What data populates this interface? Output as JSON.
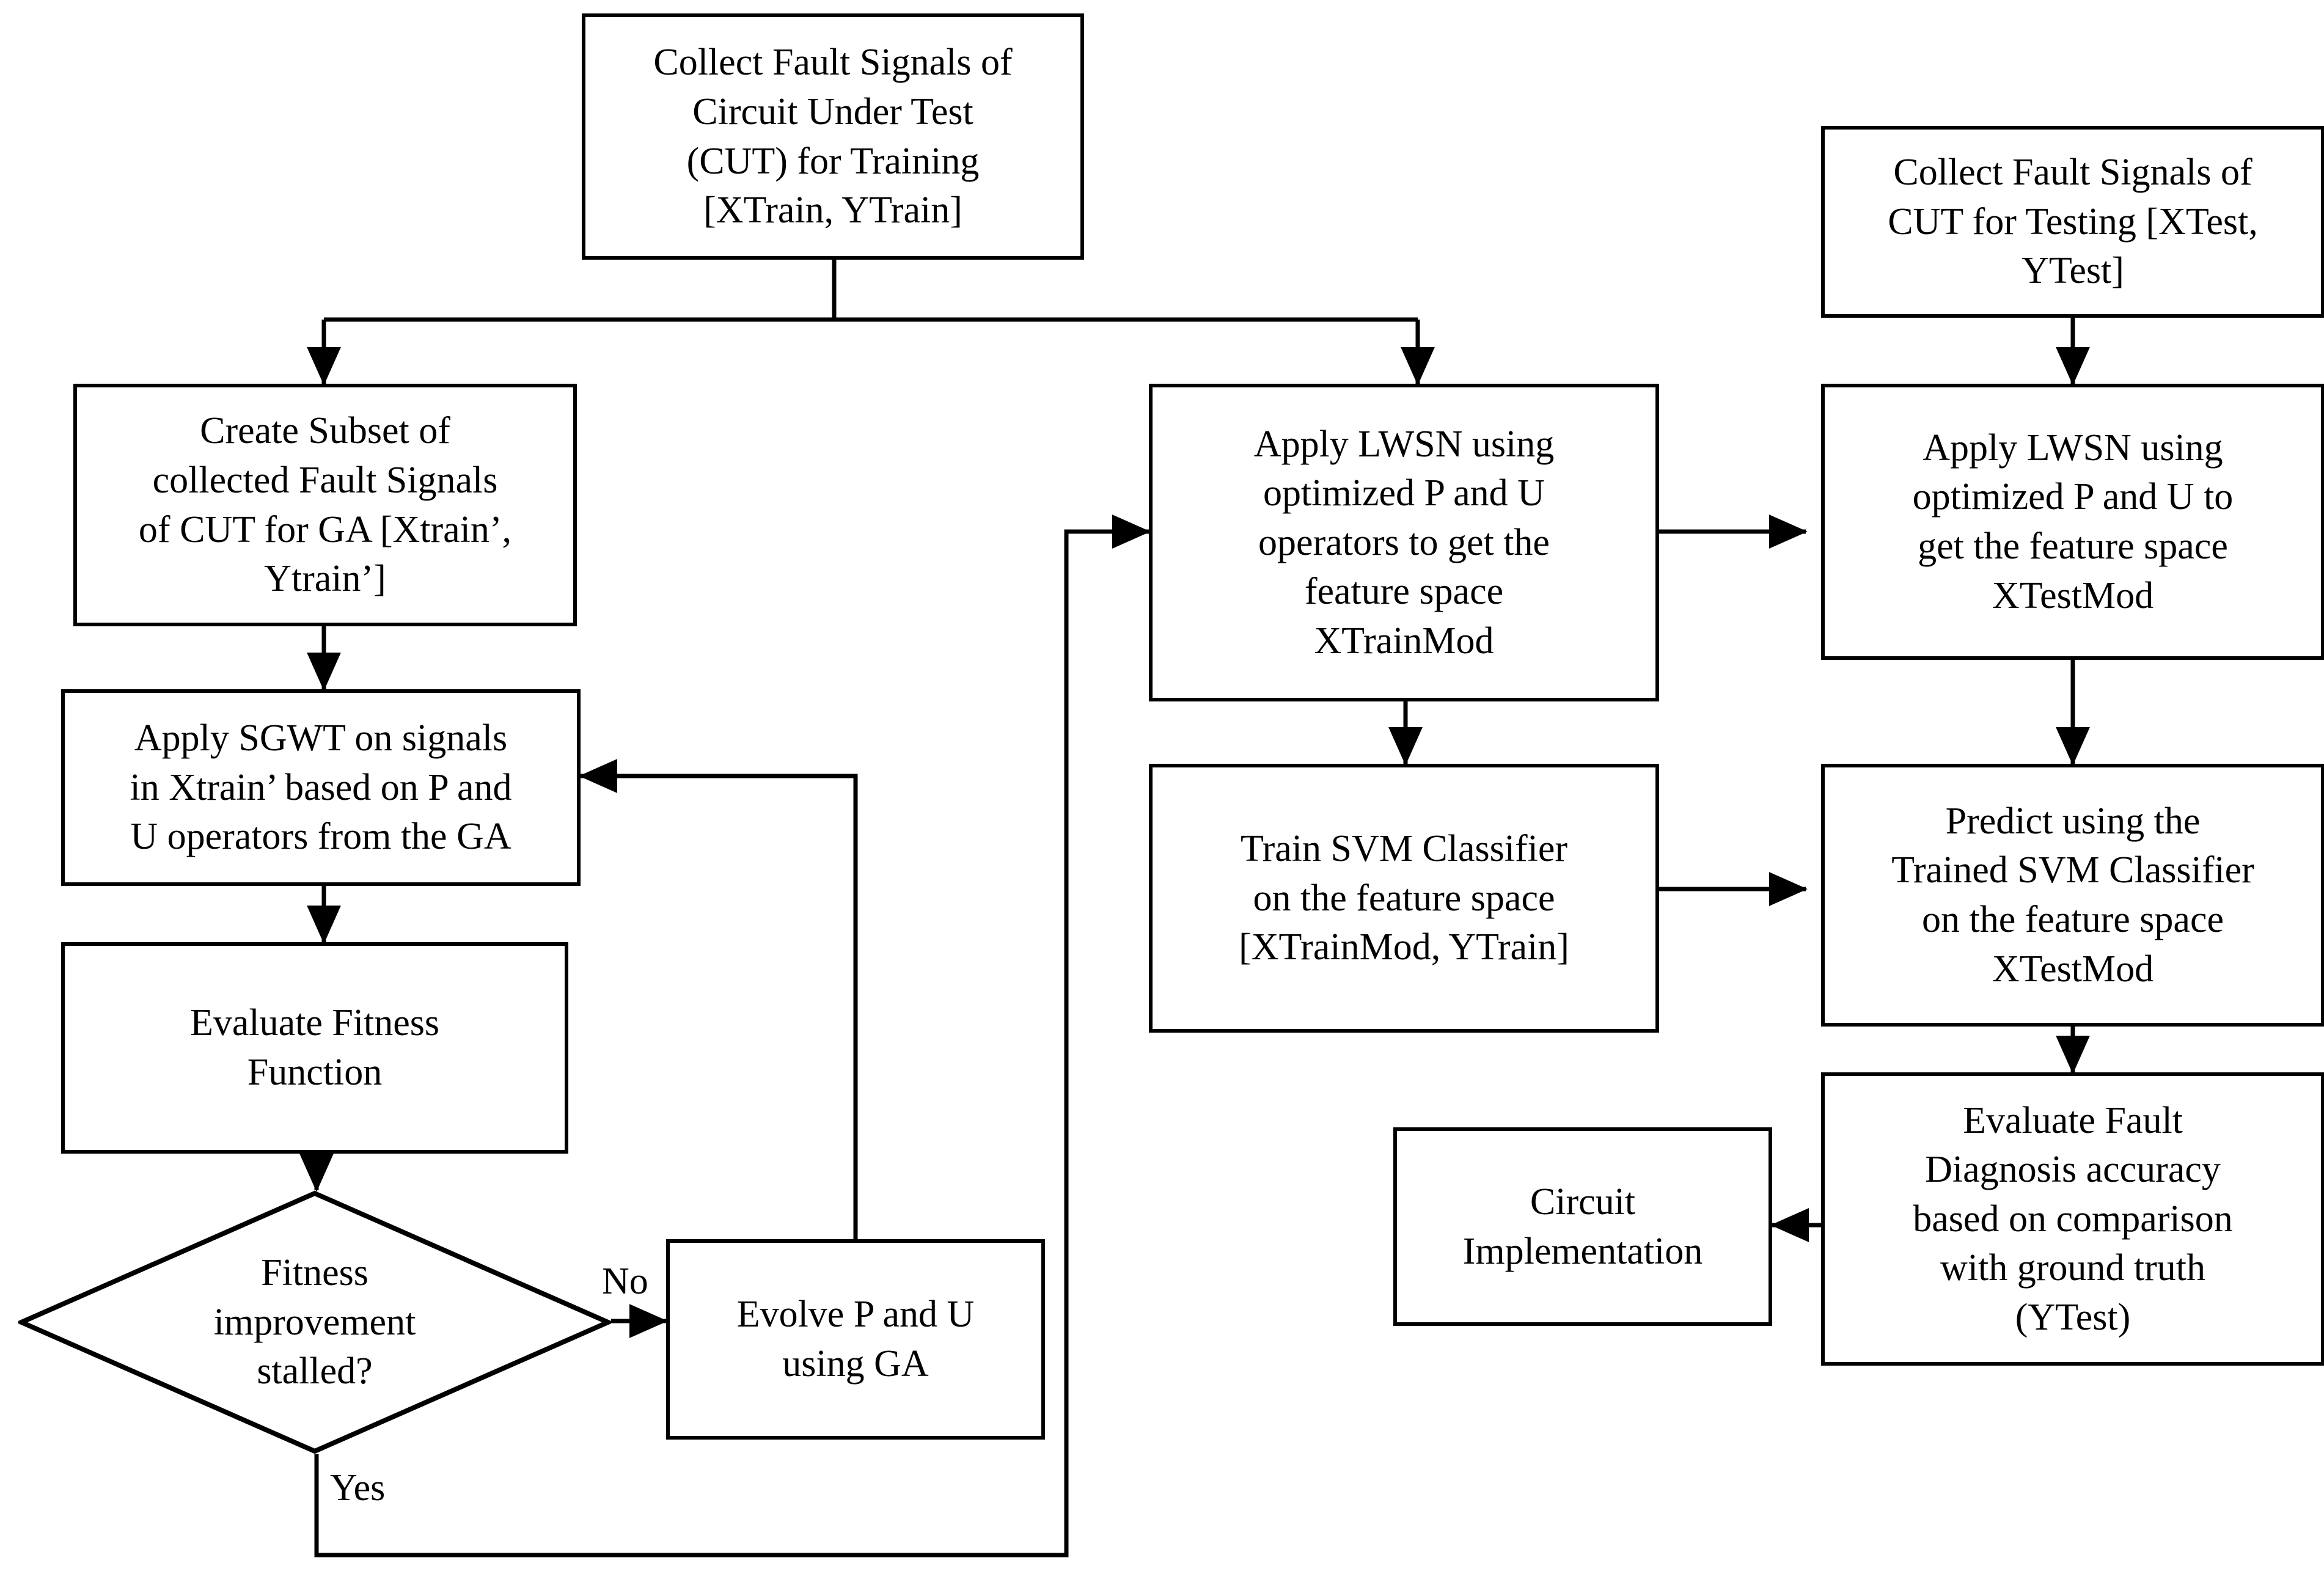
{
  "diagram": {
    "title": "Fault diagnosis methodology flowchart",
    "stroke_color": "#000000",
    "fill_color": "#ffffff",
    "nodes": {
      "collect_train": "Collect Fault Signals of\nCircuit Under Test\n(CUT) for Training\n[XTrain, YTrain]",
      "collect_test": "Collect Fault Signals of\nCUT for Testing [XTest,\nYTest]",
      "create_subset": "Create Subset of\ncollected Fault Signals\nof CUT for GA [Xtrain’,\nYtrain’]",
      "apply_sgwt": "Apply SGWT on signals\nin Xtrain’ based on P and\nU operators from the GA",
      "evaluate_fitness": "Evaluate Fitness\nFunction",
      "decision": "Fitness\nimprovement\nstalled?",
      "evolve": "Evolve P and U\nusing GA",
      "apply_lwsn_train": "Apply LWSN using\noptimized P and U\noperators to get the\nfeature space\nXTrainMod",
      "train_svm": "Train SVM Classifier\non the feature space\n[XTrainMod, YTrain]",
      "apply_lwsn_test": "Apply LWSN using\noptimized P and U to\nget the feature space\nXTestMod",
      "predict": "Predict using the\nTrained SVM Classifier\non the feature space\nXTestMod",
      "evaluate_accuracy": "Evaluate Fault\nDiagnosis accuracy\nbased on comparison\nwith ground truth\n(YTest)",
      "circuit_impl": "Circuit\nImplementation"
    },
    "edge_labels": {
      "no": "No",
      "yes": "Yes"
    }
  }
}
